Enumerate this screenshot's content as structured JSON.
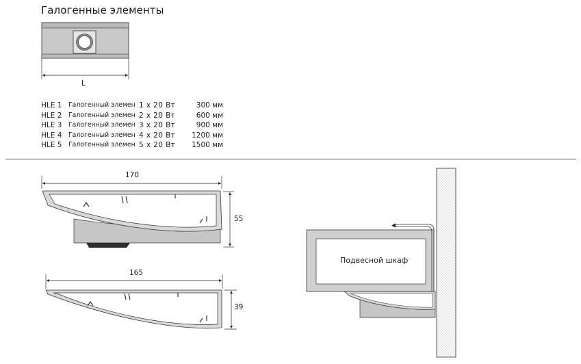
{
  "title": "Галогенные элементы",
  "top_drawing": {
    "dimension_label": "L"
  },
  "products": [
    {
      "code": "HLE 1",
      "name": "Галогенный элемен",
      "config": "1 x  20 Вт",
      "length": "300 мм"
    },
    {
      "code": "HLE 2",
      "name": "Галогенный элемен",
      "config": "2 x  20 Вт",
      "length": "600 мм"
    },
    {
      "code": "HLE 3",
      "name": "Галогенный элемен",
      "config": "3 x  20 Вт",
      "length": "900 мм"
    },
    {
      "code": "HLE 4",
      "name": "Галогенный элемен",
      "config": "4 x  20 Вт",
      "length": "1200 мм"
    },
    {
      "code": "HLE 5",
      "name": "Галогенный элемен",
      "config": "5 x  20 Вт",
      "length": "1500 мм"
    }
  ],
  "profile_large": {
    "width": "170",
    "height": "55"
  },
  "profile_small": {
    "width": "165",
    "height": "39"
  },
  "mounting": {
    "cabinet_label": "Подвесной шкаф"
  }
}
